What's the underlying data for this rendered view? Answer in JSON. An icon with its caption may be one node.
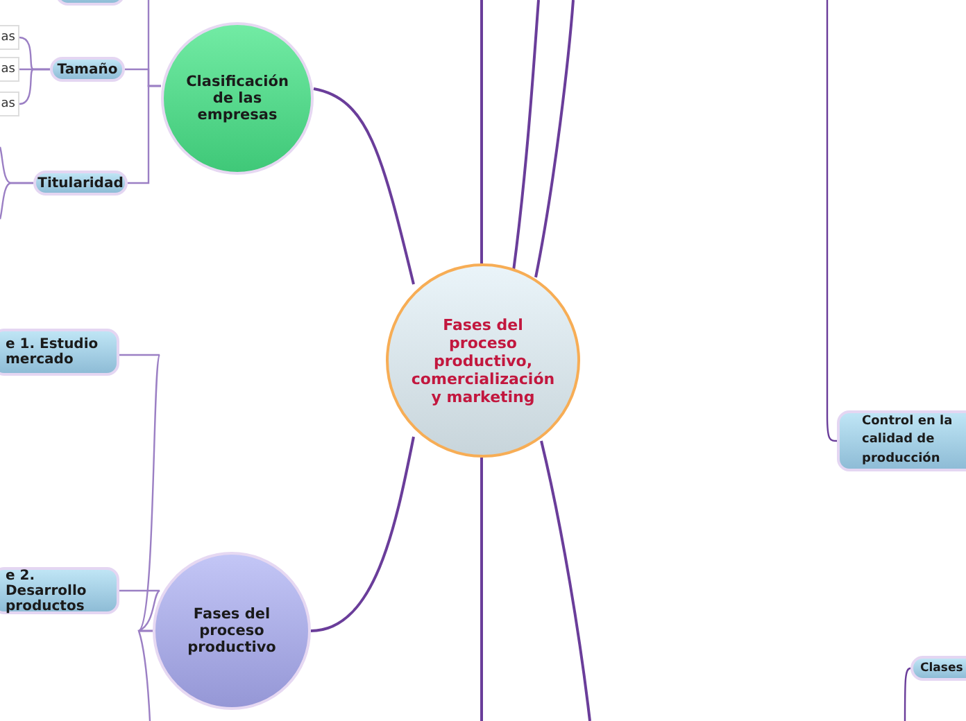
{
  "diagram": {
    "nodes": [
      {
        "text": [
          "Fases del proceso productivo, comercialización y marketing"
        ]
      },
      {
        "text": [
          "Clasificación de las empresas"
        ]
      },
      {
        "text": [],
        "shape": "box"
      },
      {
        "text": [
          "Tamaño"
        ]
      },
      {
        "text": [
          "as"
        ]
      },
      {
        "text": [
          "as"
        ]
      },
      {
        "text": [
          "as"
        ]
      },
      {
        "text": [
          "Titularidad"
        ]
      },
      {
        "text": [
          "Fases del proceso productivo"
        ]
      },
      {
        "text": [
          "e 1. Estudio mercado"
        ]
      },
      {
        "text": [
          "e 2. Desarrollo productos"
        ]
      },
      {
        "text": [
          "Control en la calidad de producción"
        ]
      },
      {
        "text": [
          "Clases"
        ]
      }
    ],
    "edges": [
      {
        "from": 0,
        "to": 1,
        "arrow": "none"
      },
      {
        "from": 0,
        "to": 8,
        "arrow": "none"
      },
      {
        "from": 0,
        "to": null,
        "arrow": "none"
      },
      {
        "from": 0,
        "to": null,
        "arrow": "none"
      },
      {
        "from": 0,
        "to": null,
        "arrow": "none"
      },
      {
        "from": 0,
        "to": null,
        "arrow": "none"
      },
      {
        "from": 0,
        "to": null,
        "arrow": "none"
      },
      {
        "from": 1,
        "to": 2,
        "arrow": "none"
      },
      {
        "from": 1,
        "to": 3,
        "arrow": "none"
      },
      {
        "from": 1,
        "to": 7,
        "arrow": "none"
      },
      {
        "from": 3,
        "to": 4,
        "arrow": "none"
      },
      {
        "from": 3,
        "to": 5,
        "arrow": "none"
      },
      {
        "from": 3,
        "to": 6,
        "arrow": "none"
      },
      {
        "from": 7,
        "to": null,
        "arrow": "none"
      },
      {
        "from": 7,
        "to": null,
        "arrow": "none"
      },
      {
        "from": 8,
        "to": 9,
        "arrow": "none"
      },
      {
        "from": 8,
        "to": 10,
        "arrow": "none"
      },
      {
        "from": 8,
        "to": null,
        "arrow": "none"
      },
      {
        "from": null,
        "to": 11,
        "arrow": "none"
      },
      {
        "from": null,
        "to": 12,
        "arrow": "none"
      }
    ]
  }
}
